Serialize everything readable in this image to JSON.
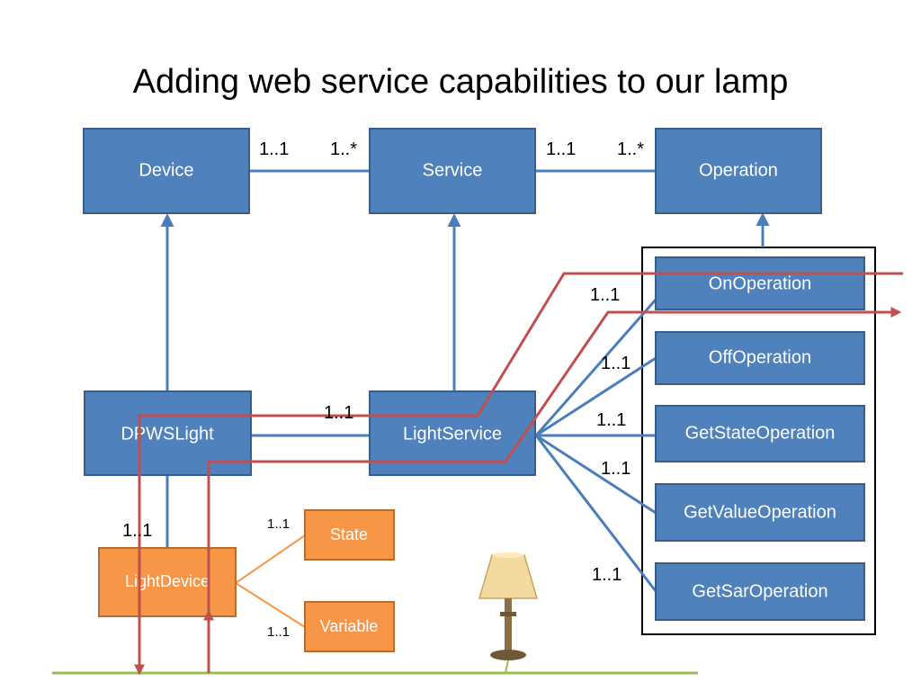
{
  "title": "Adding web service capabilities to our lamp",
  "boxes": {
    "device": "Device",
    "service": "Service",
    "operation": "Operation",
    "dpwslight": "DPWSLight",
    "lightservice": "LightService",
    "lightdevice": "LightDevice",
    "state": "State",
    "variable": "Variable",
    "on_operation": "OnOperation",
    "off_operation": "OffOperation",
    "getstate_operation": "GetStateOperation",
    "getvalue_operation": "GetValueOperation",
    "getsar_operation": "GetSarOperation"
  },
  "multiplicities": {
    "device_service_left": "1..1",
    "device_service_right": "1..*",
    "service_operation_left": "1..1",
    "service_operation_right": "1..*",
    "on": "1..1",
    "off": "1..1",
    "getstate": "1..1",
    "getvalue": "1..1",
    "getsar": "1..1",
    "dpws_lightservice": "1..1",
    "dpws_lightdevice": "1..1",
    "state": "1..1",
    "variable": "1..1"
  },
  "colors": {
    "blue_box": "#4f81bd",
    "orange_box": "#f79646",
    "red_path": "#c0504d",
    "ground_line": "#9bbb59"
  }
}
